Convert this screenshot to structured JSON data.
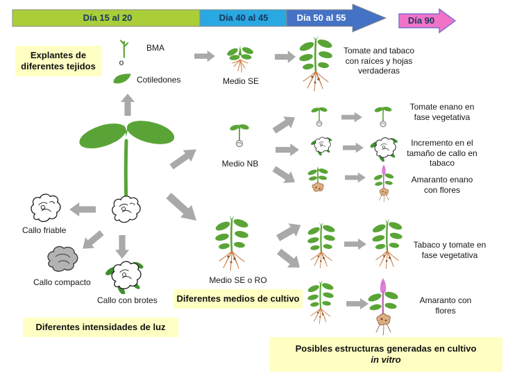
{
  "colors": {
    "timeline_green": "#a9ce38",
    "timeline_blue": "#29a8e1",
    "timeline_dark_blue": "#4472c4",
    "timeline_pink": "#f173c8",
    "label_yellow": "#ffffc4",
    "arrow_gray": "#a9a9a9",
    "plant_green": "#5aa437",
    "root_orange": "#c97c45",
    "flower_pink": "#de7ed8"
  },
  "timeline": {
    "segments": [
      {
        "label": "Día 15 al 20"
      },
      {
        "label": "Día 40 al 45"
      },
      {
        "label": "Día 50 al 55"
      },
      {
        "label": "Día 90"
      }
    ]
  },
  "callouts": {
    "explants": "Explantes de diferentes tejidos",
    "light": "Diferentes intensidades de luz",
    "media": "Diferentes medios de cultivo",
    "structures_line1": "Posibles estructuras generadas en cultivo",
    "structures_line2": "in vitro"
  },
  "explants": {
    "bma": "BMA",
    "or": "o",
    "cotyledons": "Cotiledones"
  },
  "media": {
    "se": "Medio SE",
    "nb": "Medio NB",
    "se_ro": "Medio SE o RO"
  },
  "outcomes": {
    "se": "Tomate and tabaco con raíces y hojas verdaderas",
    "nb": [
      "Tomate enano en fase vegetativa",
      "Incremento en el tamaño de callo en tabaco",
      "Amaranto enano con flores"
    ],
    "se_ro": [
      "Tabaco y tomate en fase vegetativa",
      "Amaranto con flores"
    ]
  },
  "calli": {
    "friable": "Callo friable",
    "compact": "Callo compacto",
    "shoots": "Callo con brotes"
  }
}
